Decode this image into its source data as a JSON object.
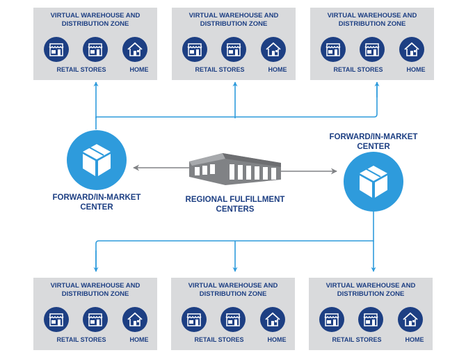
{
  "zones": [
    {
      "title_line1": "VIRTUAL WAREHOUSE AND",
      "title_line2": "DISTRIBUTION ZONE",
      "retail_label": "RETAIL STORES",
      "home_label": "HOME"
    },
    {
      "title_line1": "VIRTUAL WAREHOUSE AND",
      "title_line2": "DISTRIBUTION ZONE",
      "retail_label": "RETAIL STORES",
      "home_label": "HOME"
    },
    {
      "title_line1": "VIRTUAL WAREHOUSE AND",
      "title_line2": "DISTRIBUTION ZONE",
      "retail_label": "RETAIL STORES",
      "home_label": "HOME"
    },
    {
      "title_line1": "VIRTUAL WAREHOUSE AND",
      "title_line2": "DISTRIBUTION ZONE",
      "retail_label": "RETAIL STORES",
      "home_label": "HOME"
    },
    {
      "title_line1": "VIRTUAL WAREHOUSE AND",
      "title_line2": "DISTRIBUTION ZONE",
      "retail_label": "RETAIL STORES",
      "home_label": "HOME"
    },
    {
      "title_line1": "VIRTUAL WAREHOUSE AND",
      "title_line2": "DISTRIBUTION ZONE",
      "retail_label": "RETAIL STORES",
      "home_label": "HOME"
    }
  ],
  "left_center": {
    "line1": "FORWARD/IN-MARKET",
    "line2": "CENTER"
  },
  "right_center": {
    "line1": "FORWARD/IN-MARKET",
    "line2": "CENTER"
  },
  "regional": {
    "line1": "REGIONAL FULFILLMENT",
    "line2": "CENTERS"
  },
  "colors": {
    "navy": "#1d3f83",
    "accent_blue": "#2e9bdc",
    "zone_bg": "#d9dadc",
    "gray": "#808285"
  },
  "icons": {
    "store": "store-icon",
    "home": "house-icon",
    "box": "box-icon",
    "warehouse": "warehouse-icon"
  }
}
